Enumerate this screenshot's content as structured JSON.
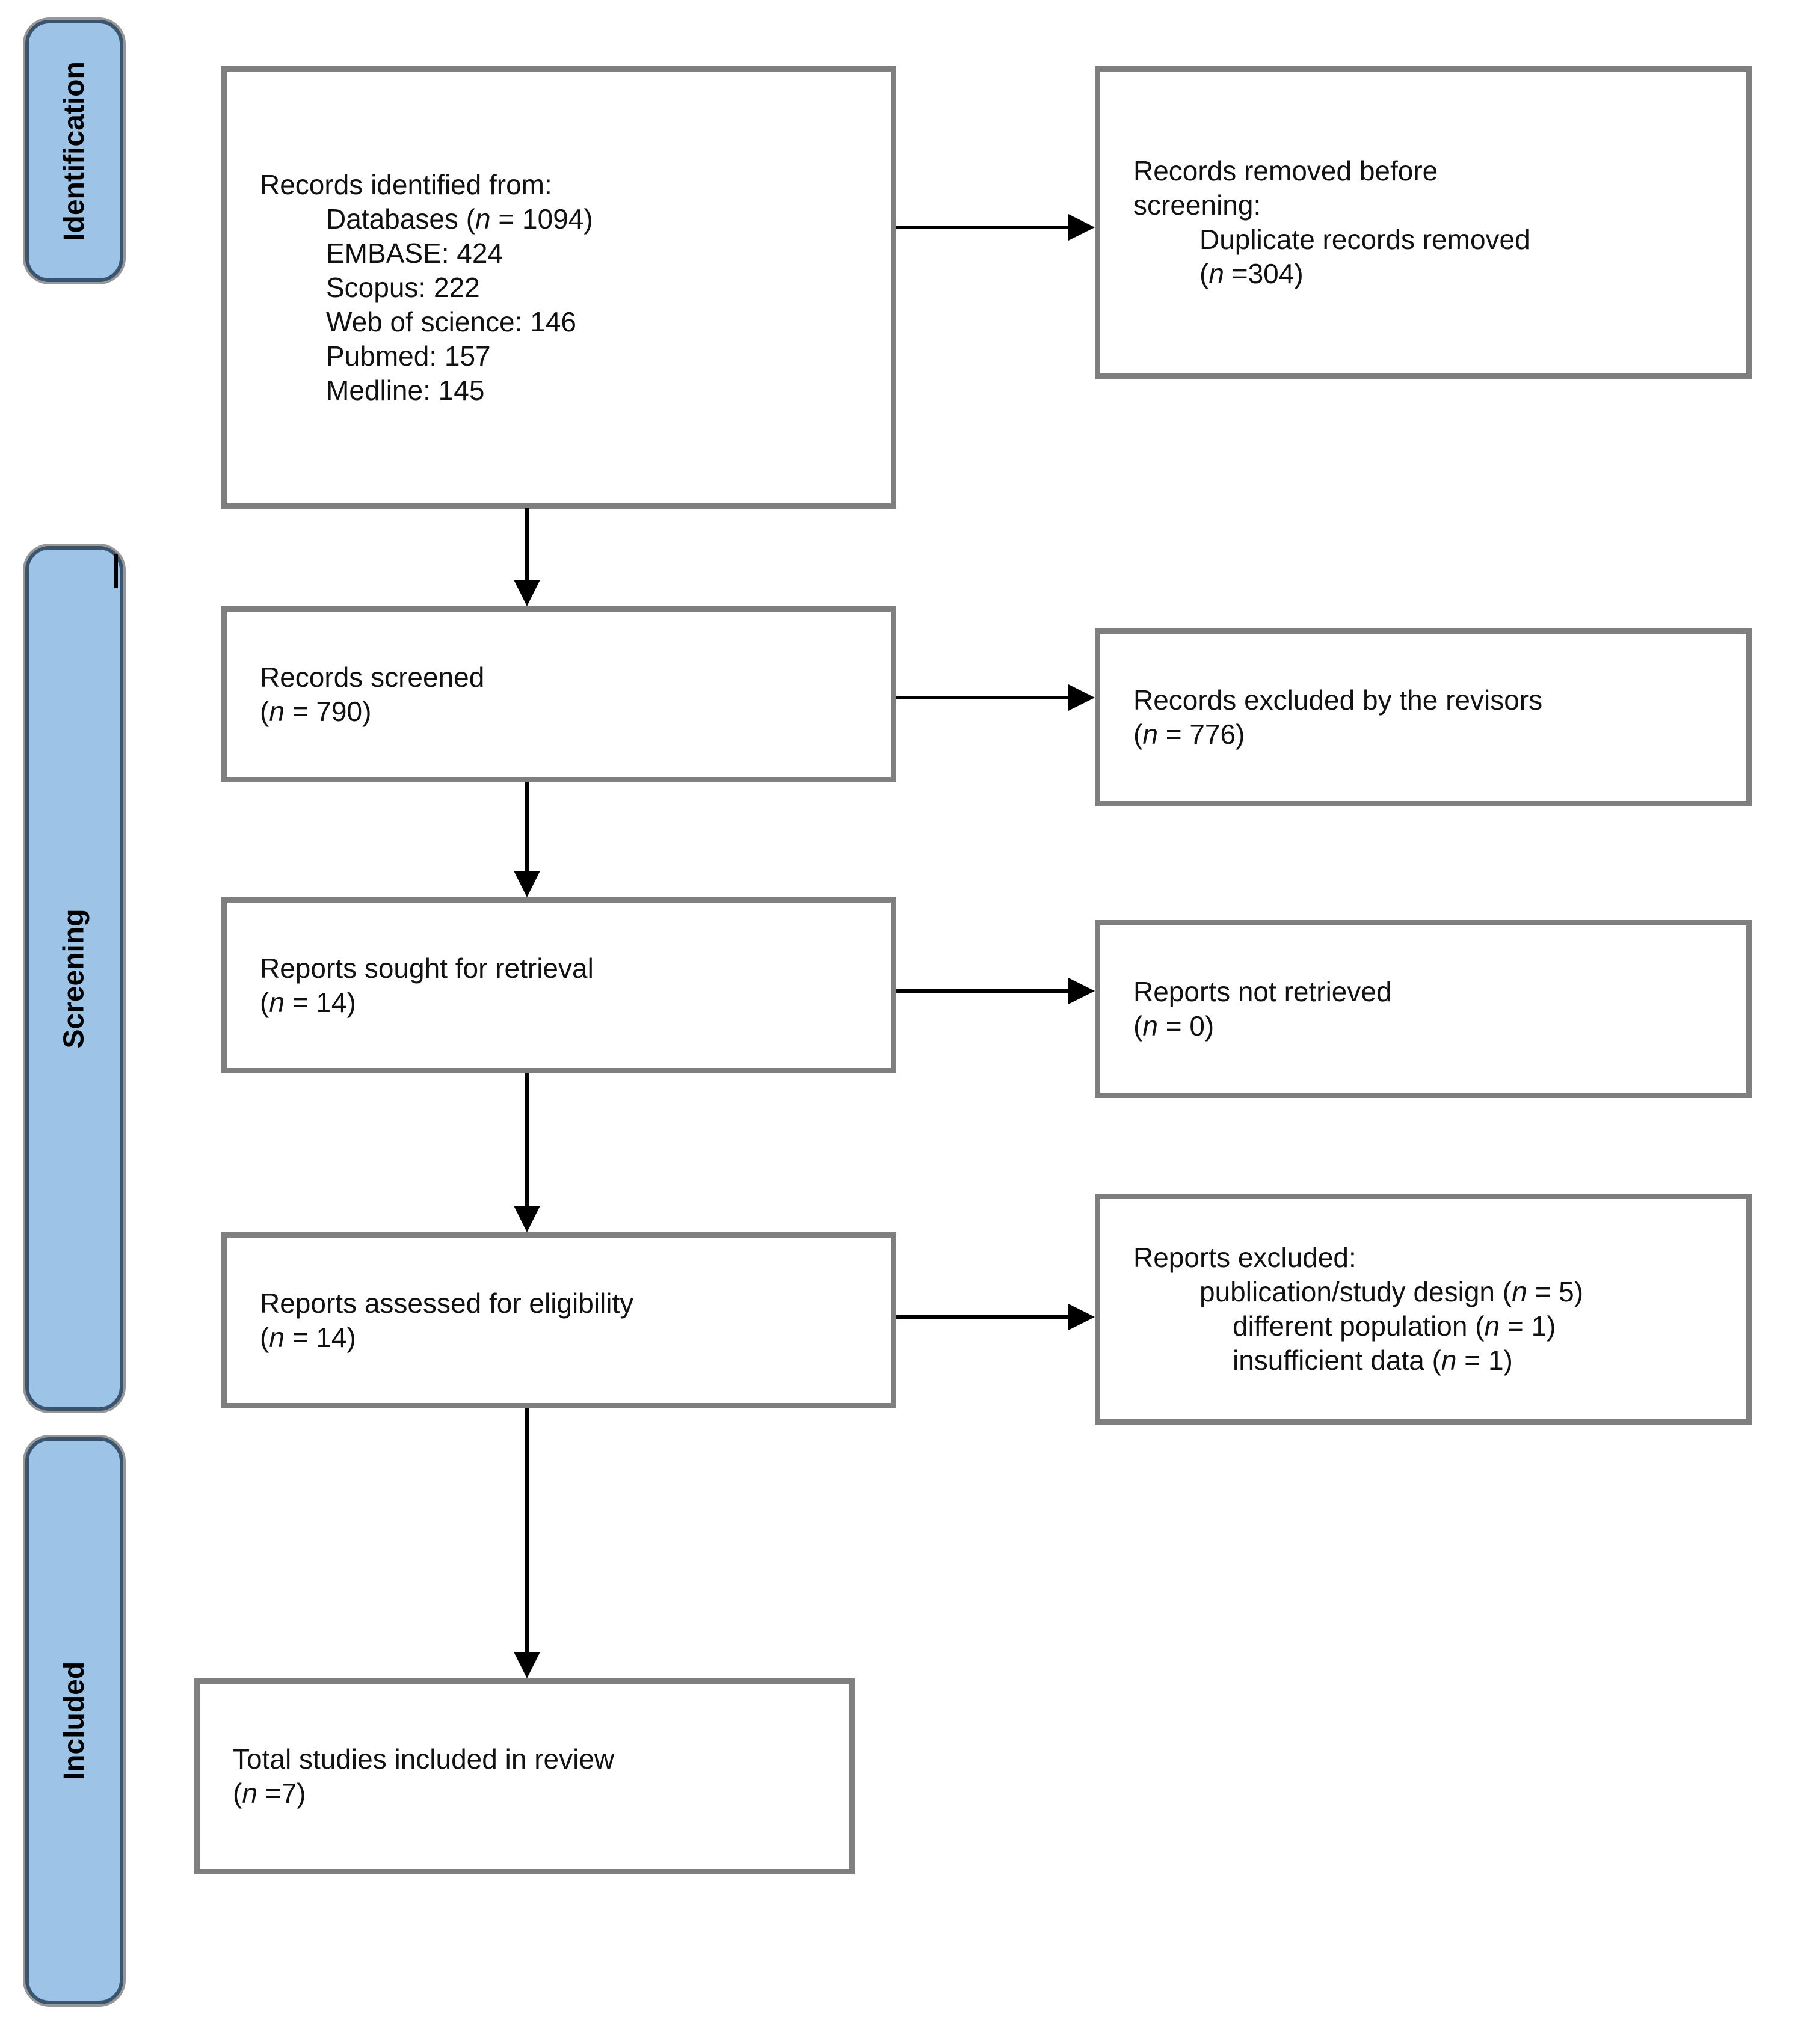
{
  "colors": {
    "sidebar_fill": "#9DC3E6",
    "sidebar_border": "#3A5470",
    "box_border": "#7F7F7F",
    "arrow": "#000000",
    "text": "#111111"
  },
  "sidebar": {
    "stages": [
      {
        "label": "Identification"
      },
      {
        "label": "Screening"
      },
      {
        "label": "Included"
      }
    ]
  },
  "boxes": {
    "identified": {
      "lines": [
        {
          "t": "Records identified from:",
          "i": 0
        },
        {
          "t": "Databases (n = 1094)",
          "i": 1
        },
        {
          "t": "EMBASE: 424",
          "i": 1
        },
        {
          "t": "Scopus: 222",
          "i": 1
        },
        {
          "t": "Web of science: 146",
          "i": 1
        },
        {
          "t": "Pubmed: 157",
          "i": 1
        },
        {
          "t": "Medline: 145",
          "i": 1
        }
      ]
    },
    "removed": {
      "lines": [
        {
          "t": "Records removed before",
          "i": 0
        },
        {
          "t": "screening:",
          "i": 0
        },
        {
          "t": "Duplicate records removed",
          "i": 1
        },
        {
          "t": "(n =304)",
          "i": 1
        }
      ]
    },
    "screened": {
      "lines": [
        {
          "t": "Records screened",
          "i": 0
        },
        {
          "t": "(n = 790)",
          "i": 0
        }
      ]
    },
    "excluded_revisors": {
      "lines": [
        {
          "t": "Records excluded by the revisors",
          "i": 0
        },
        {
          "t": "(n = 776)",
          "i": 0
        }
      ]
    },
    "sought": {
      "lines": [
        {
          "t": "Reports sought for retrieval",
          "i": 0
        },
        {
          "t": "(n = 14)",
          "i": 0
        }
      ]
    },
    "not_retrieved": {
      "lines": [
        {
          "t": "Reports not retrieved",
          "i": 0
        },
        {
          "t": "(n = 0)",
          "i": 0
        }
      ]
    },
    "assessed": {
      "lines": [
        {
          "t": "Reports assessed for eligibility",
          "i": 0
        },
        {
          "t": "(n = 14)",
          "i": 0
        }
      ]
    },
    "excluded_reports": {
      "lines": [
        {
          "t": "Reports excluded:",
          "i": 0
        },
        {
          "t": "publication/study design (n = 5)",
          "i": 1
        },
        {
          "t": "different population (n = 1)",
          "i": 2
        },
        {
          "t": "insufficient data (n = 1)",
          "i": 2
        }
      ]
    },
    "included_total": {
      "lines": [
        {
          "t": "Total studies included in review",
          "i": 0
        },
        {
          "t": "(n =7)",
          "i": 0
        }
      ]
    }
  }
}
